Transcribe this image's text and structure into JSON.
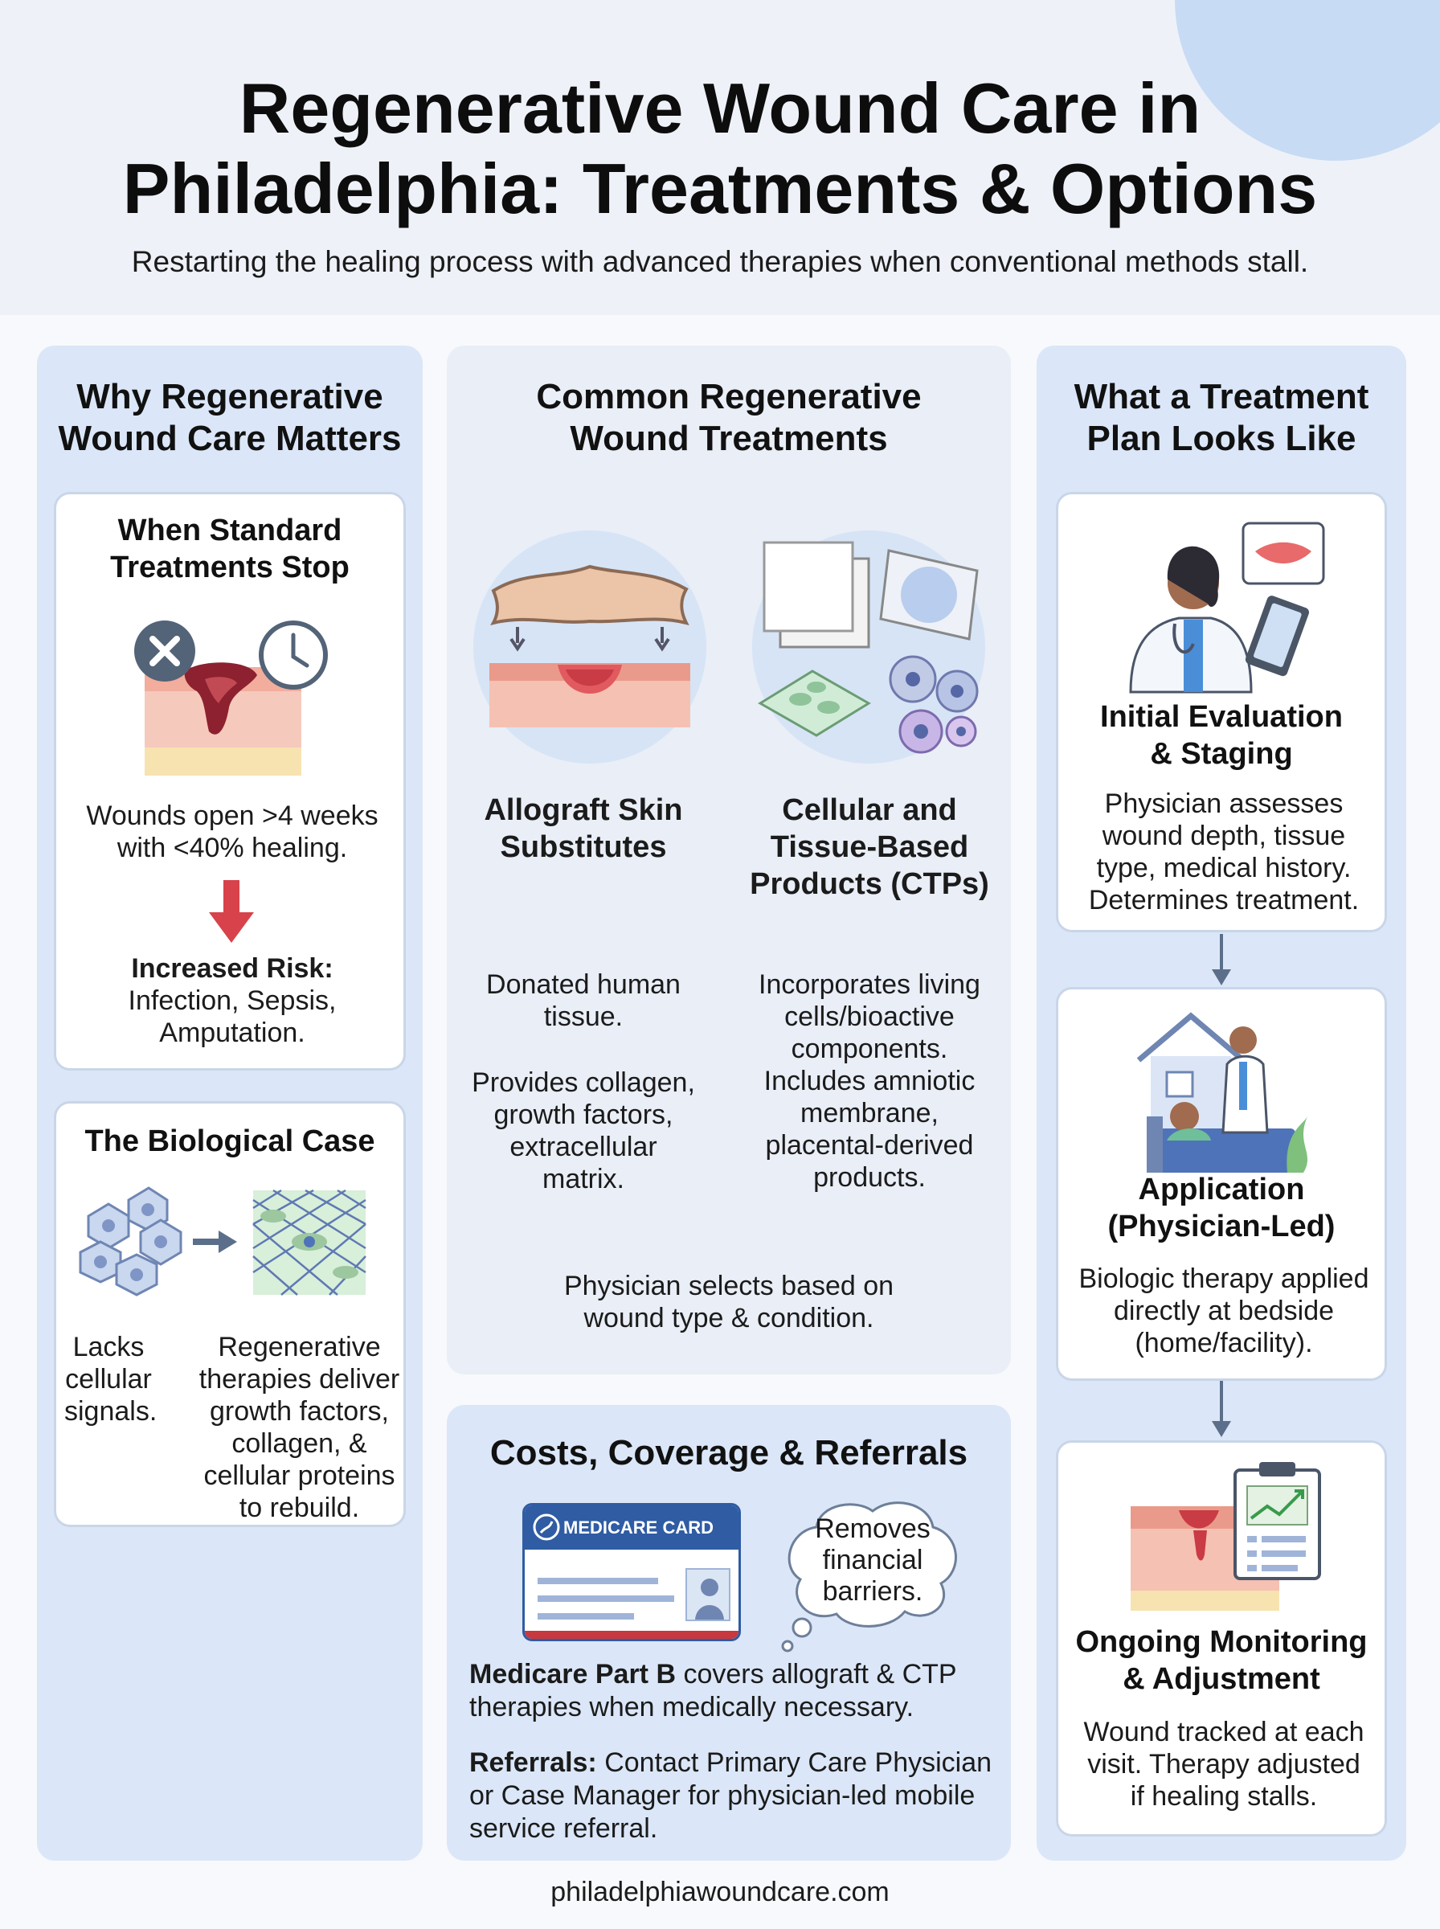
{
  "header": {
    "title_line1": "Regenerative Wound Care in",
    "title_line2": "Philadelphia: Treatments & Options",
    "subtitle": "Restarting the healing process with advanced therapies when conventional methods stall."
  },
  "left": {
    "heading_line1": "Why Regenerative",
    "heading_line2": "Wound Care Matters",
    "card1": {
      "title_line1": "When Standard",
      "title_line2": "Treatments Stop",
      "text_line1": "Wounds open >4 weeks",
      "text_line2": "with <40% healing.",
      "risk_label": "Increased Risk:",
      "risk_line1": "Infection, Sepsis,",
      "risk_line2": "Amputation."
    },
    "card2": {
      "title": "The Biological Case",
      "left_line1": "Lacks",
      "left_line2": "cellular",
      "left_line3": "signals.",
      "right_line1": "Regenerative",
      "right_line2": "therapies deliver",
      "right_line3": "growth factors,",
      "right_line4": "collagen, &",
      "right_line5": "cellular proteins",
      "right_line6": "to rebuild."
    }
  },
  "middle": {
    "heading_line1": "Common Regenerative",
    "heading_line2": "Wound Treatments",
    "allograft": {
      "title_line1": "Allograft Skin",
      "title_line2": "Substitutes",
      "desc1_line1": "Donated human",
      "desc1_line2": "tissue.",
      "desc2_line1": "Provides collagen,",
      "desc2_line2": "growth factors,",
      "desc2_line3": "extracellular",
      "desc2_line4": "matrix."
    },
    "ctp": {
      "title_line1": "Cellular and",
      "title_line2": "Tissue-Based",
      "title_line3": "Products (CTPs)",
      "desc_line1": "Incorporates living",
      "desc_line2": "cells/bioactive",
      "desc_line3": "components.",
      "desc_line4": "Includes amniotic",
      "desc_line5": "membrane,",
      "desc_line6": "placental-derived",
      "desc_line7": "products."
    },
    "note_line1": "Physician selects based on",
    "note_line2": "wound type & condition.",
    "costs": {
      "heading": "Costs, Coverage & Referrals",
      "card_label": "MEDICARE CARD",
      "bubble_line1": "Removes",
      "bubble_line2": "financial",
      "bubble_line3": "barriers.",
      "medicare_bold": "Medicare Part B",
      "medicare_rest": " covers allograft & CTP",
      "medicare_line2": "therapies when medically necessary.",
      "referrals_bold": "Referrals:",
      "referrals_rest": " Contact Primary Care Physician",
      "referrals_line2": "or Case Manager for physician-led mobile",
      "referrals_line3": "service referral."
    }
  },
  "right": {
    "heading_line1": "What a Treatment",
    "heading_line2": "Plan Looks Like",
    "step1": {
      "title_line1": "Initial Evaluation",
      "title_line2": "& Staging",
      "text_line1": "Physician assesses",
      "text_line2": "wound depth, tissue",
      "text_line3": "type, medical history.",
      "text_line4": "Determines treatment."
    },
    "step2": {
      "title_line1": "Application",
      "title_line2": "(Physician-Led)",
      "text_line1": "Biologic therapy applied",
      "text_line2": "directly at bedside",
      "text_line3": "(home/facility)."
    },
    "step3": {
      "title_line1": "Ongoing Monitoring",
      "title_line2": "& Adjustment",
      "text_line1": "Wound tracked at each",
      "text_line2": "visit. Therapy adjusted",
      "text_line3": "if healing stalls."
    }
  },
  "footer": {
    "url": "philadelphiawoundcare.com"
  },
  "colors": {
    "column_blue": "#dbe7f8",
    "column_light": "#e9eef7",
    "card_border": "#c9d6e8",
    "arrow_red": "#d8424a",
    "arrow_gray": "#5c6f8a",
    "medicare_blue": "#2f5ca3"
  }
}
